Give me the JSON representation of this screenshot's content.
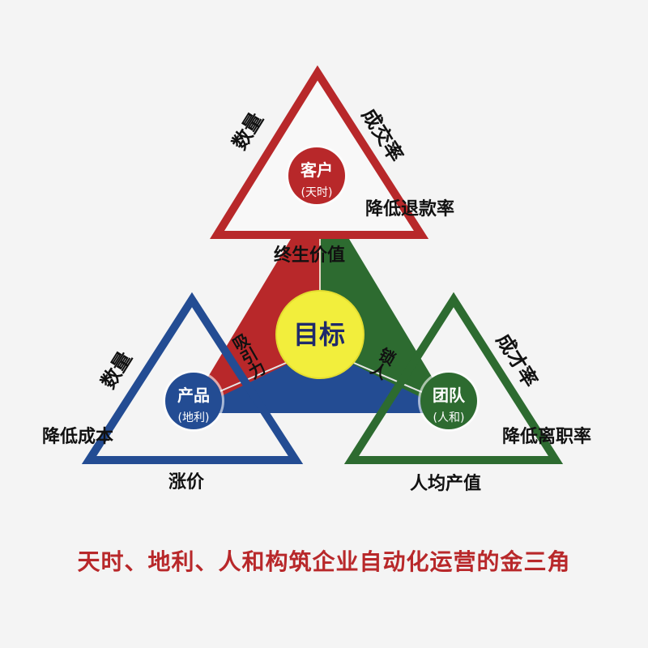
{
  "colors": {
    "background": "#f4f4f4",
    "red": "#b8282a",
    "green": "#2d6b30",
    "blue": "#234c93",
    "yellow": "#f2ee3c",
    "text": "#111111",
    "caption": "#b8282a"
  },
  "center": {
    "label": "目标"
  },
  "inner": {
    "top_label": "终生价值",
    "left_label": "吸引力",
    "right_label": "锁人"
  },
  "customer": {
    "title": "客户",
    "subtitle": "(天时)",
    "left_label": "数量",
    "right_label": "成交率",
    "bottom_label": "降低退款率"
  },
  "product": {
    "title": "产品",
    "subtitle": "(地利)",
    "left_label": "数量",
    "corner_label": "降低成本",
    "bottom_label": "涨价"
  },
  "team": {
    "title": "团队",
    "subtitle": "(人和)",
    "right_label": "成才率",
    "corner_label": "降低离职率",
    "bottom_label": "人均产值"
  },
  "caption": "天时、地利、人和构筑企业自动化运营的金三角"
}
